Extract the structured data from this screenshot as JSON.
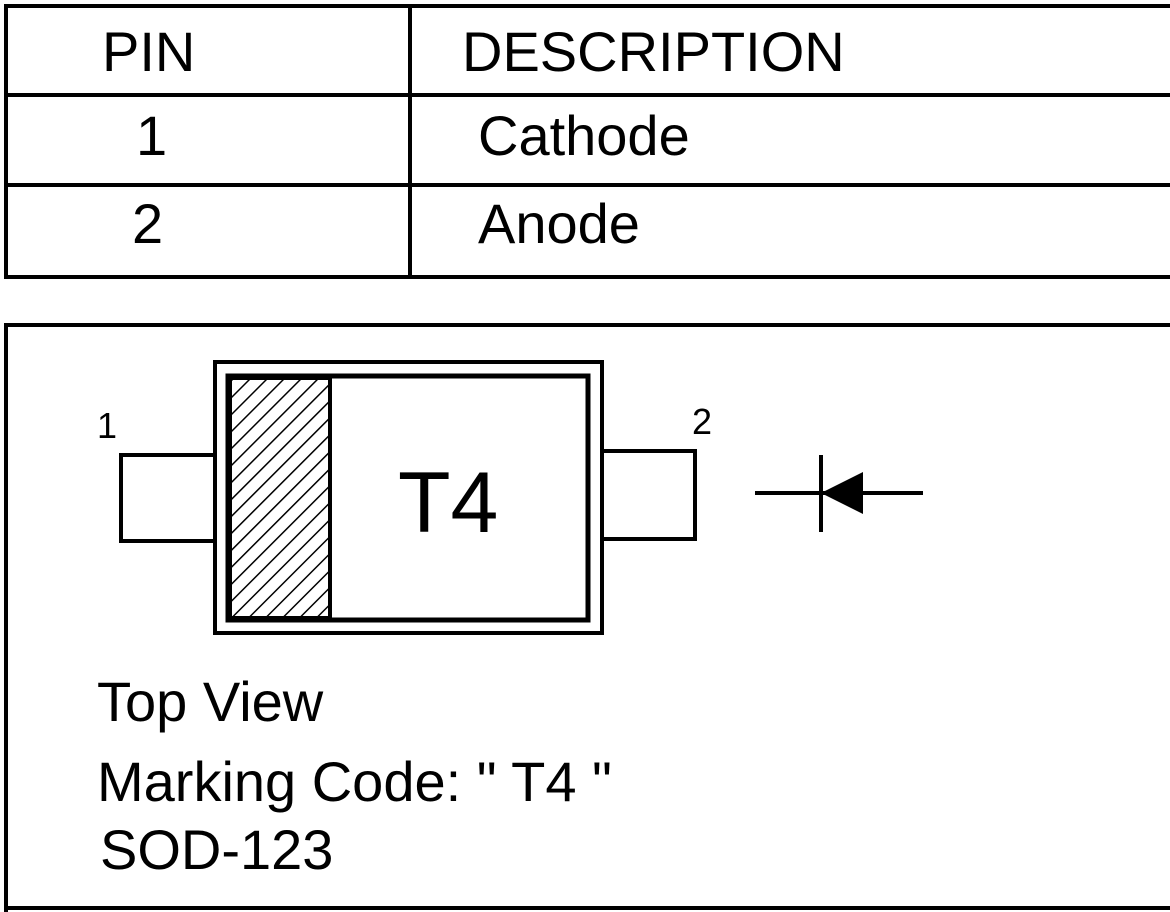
{
  "table": {
    "headers": {
      "pin": "PIN",
      "description": "DESCRIPTION"
    },
    "rows": [
      {
        "pin": "1",
        "description": "Cathode"
      },
      {
        "pin": "2",
        "description": "Anode"
      }
    ]
  },
  "package": {
    "pin1_label": "1",
    "pin2_label": "2",
    "marking": "T4",
    "view_label": "Top View",
    "marking_code_label": "Marking Code: \" T4 \"",
    "package_name": "SOD-123"
  },
  "symbol": {
    "icon": "diode-symbol-icon"
  }
}
